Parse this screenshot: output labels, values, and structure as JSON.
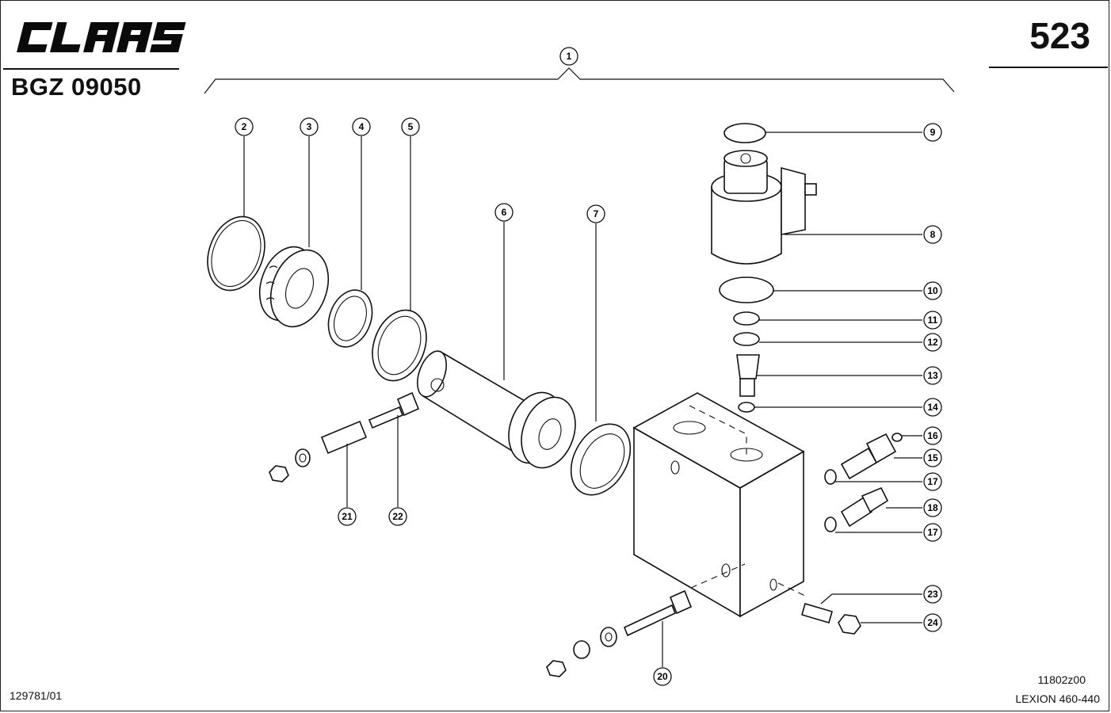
{
  "header": {
    "brand": "CLAAS",
    "drawing_number": "BGZ 09050",
    "page_number": "523"
  },
  "footer": {
    "left_code": "129781/01",
    "image_ref": "11802z00",
    "model": "LEXION 460-440"
  },
  "callouts": [
    "1",
    "2",
    "3",
    "4",
    "5",
    "6",
    "7",
    "8",
    "9",
    "10",
    "11",
    "12",
    "13",
    "14",
    "15",
    "16",
    "17",
    "18",
    "17",
    "20",
    "21",
    "22",
    "23",
    "24"
  ]
}
